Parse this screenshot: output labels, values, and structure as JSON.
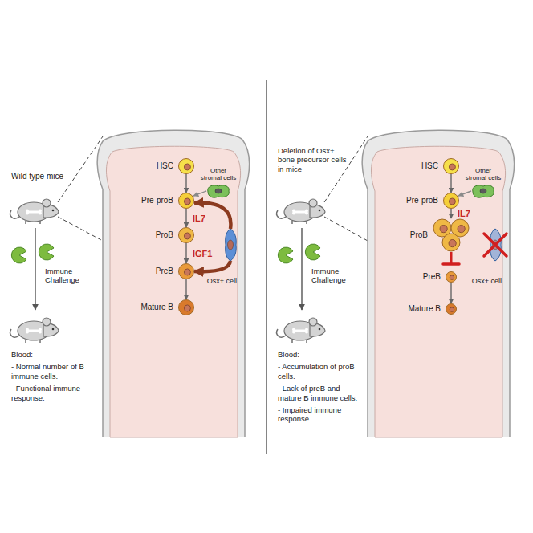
{
  "diagram": {
    "nodes": [
      {
        "text": [
          "HSC"
        ]
      },
      {
        "text": [
          "Pre-proB"
        ]
      },
      {
        "text": [
          "ProB"
        ]
      },
      {
        "text": [
          "PreB"
        ]
      },
      {
        "text": [
          "Mature B"
        ]
      },
      {
        "text": [
          "Other stromal cells"
        ]
      },
      {
        "text": [
          "Osx+ cell"
        ]
      },
      {
        "text": [
          "HSC"
        ]
      },
      {
        "text": [
          "Pre-proB"
        ]
      },
      {
        "text": [
          "ProB"
        ]
      },
      {
        "text": [
          "PreB"
        ]
      },
      {
        "text": [
          "Mature B"
        ]
      },
      {
        "text": [
          "Other stromal cells"
        ]
      },
      {
        "text": [
          "Osx+ cell"
        ]
      }
    ],
    "edges": [
      {
        "from": 0,
        "to": 1,
        "arrow": "to"
      },
      {
        "from": 1,
        "to": 2,
        "label": "IL7",
        "arrow": "to"
      },
      {
        "from": 2,
        "to": 3,
        "label": "IGF1",
        "arrow": "to"
      },
      {
        "from": 3,
        "to": 4,
        "arrow": "to"
      },
      {
        "from": 5,
        "to": 1,
        "arrow": "to"
      },
      {
        "from": 6,
        "to": 1,
        "arrow": "to"
      },
      {
        "from": 6,
        "to": 3,
        "arrow": "to"
      },
      {
        "from": 7,
        "to": 8,
        "arrow": "to"
      },
      {
        "from": 8,
        "to": 9,
        "label": "IL7",
        "arrow": "to"
      },
      {
        "from": 9,
        "to": 10,
        "arrow": "none"
      },
      {
        "from": 10,
        "to": 11,
        "arrow": "to"
      },
      {
        "from": 12,
        "to": 8,
        "arrow": "to"
      }
    ],
    "labels": [
      "Wild type mice",
      "Immune Challenge",
      "Blood:",
      "- Normal number of B immune cells.",
      "- Functional immune response.",
      "Deletion of Osx+ bone precursor cells in mice",
      "Immune Challenge",
      "Blood:",
      "- Accumulation of proB cells.",
      "- Lack of preB and mature B immune cells.",
      "- Impaired immune response."
    ]
  }
}
